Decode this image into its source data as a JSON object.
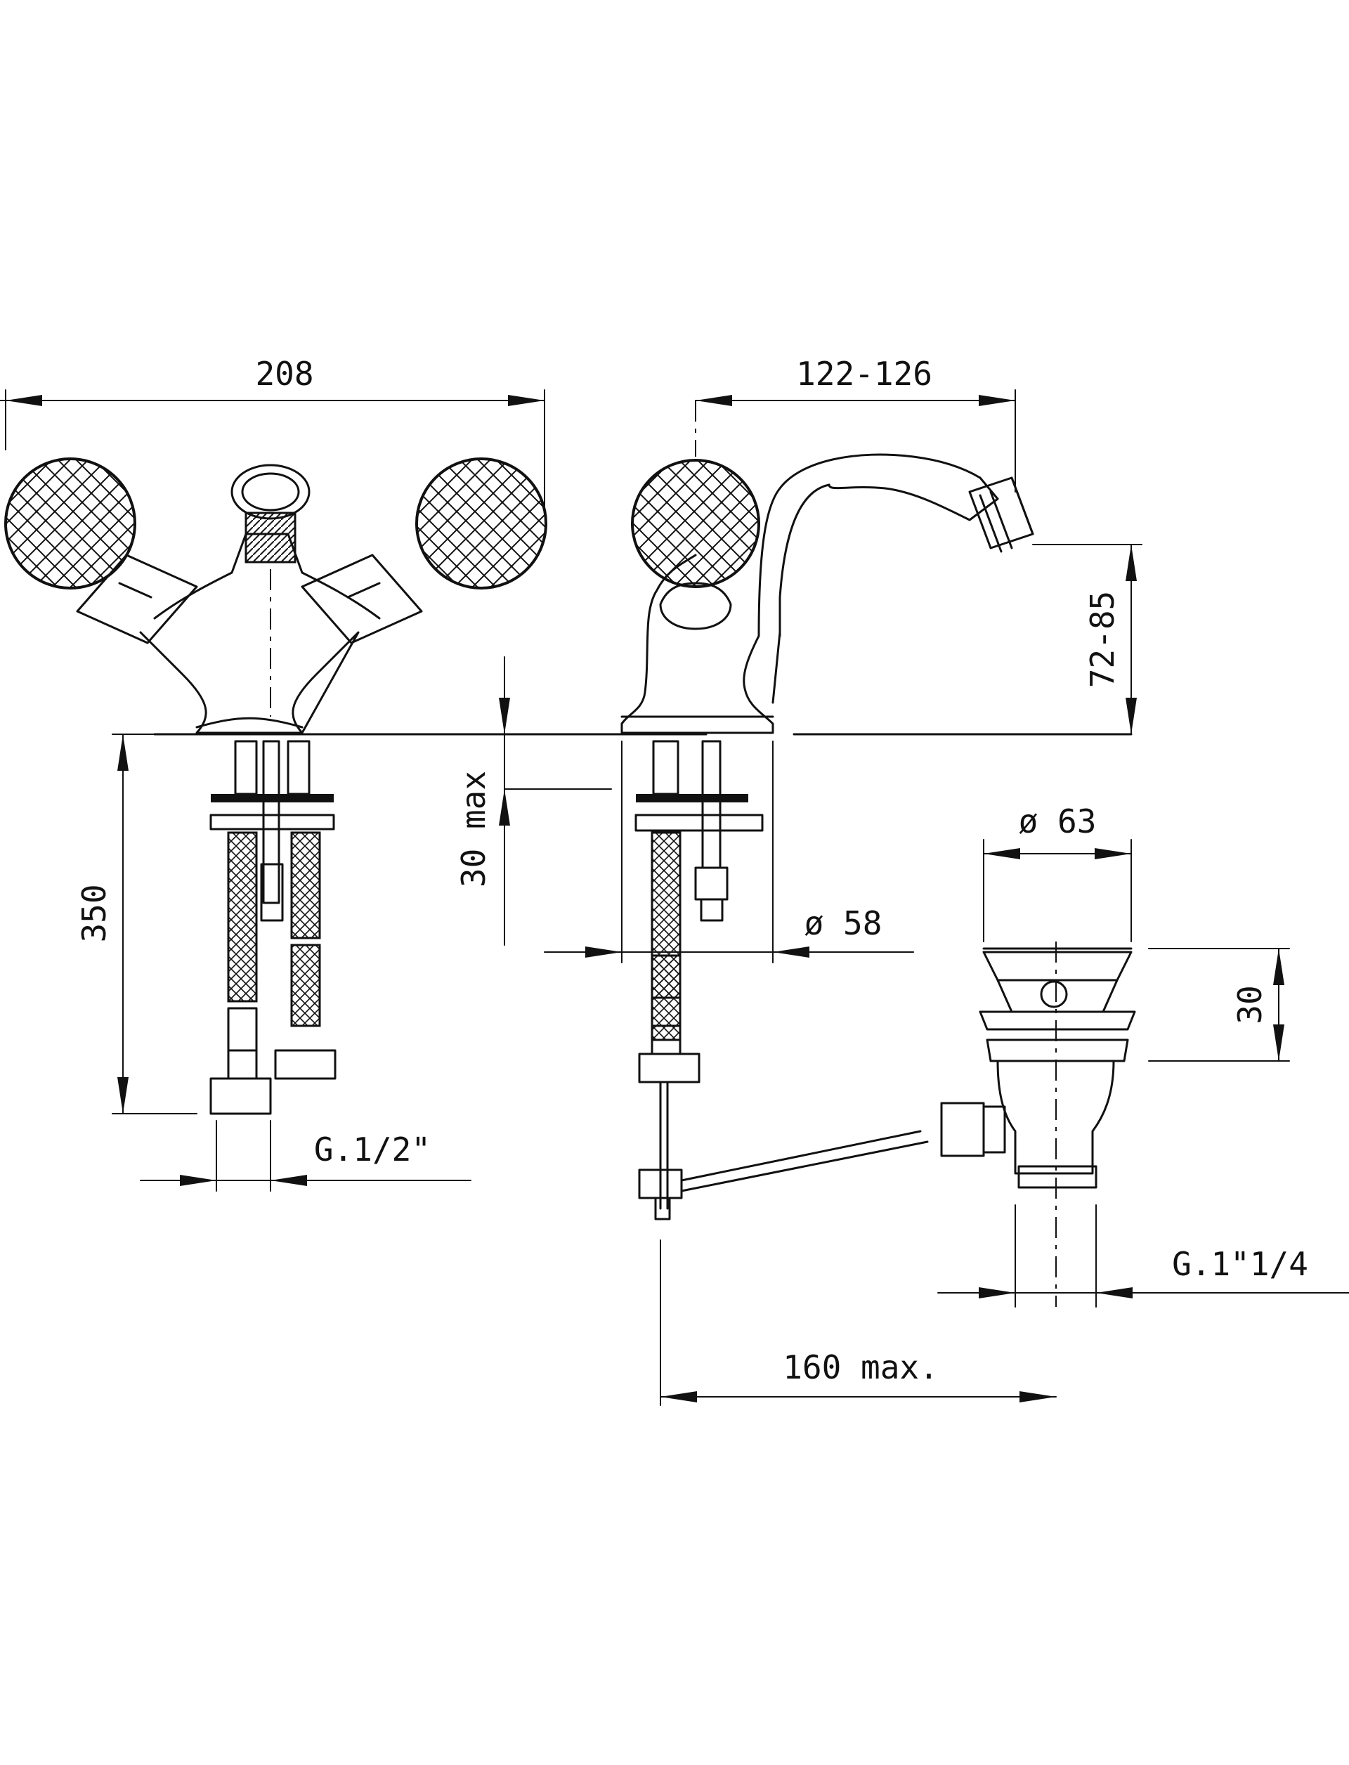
{
  "dimensions": {
    "overall_width": "208",
    "spout_reach": "122-126",
    "spout_height": "72-85",
    "hose_length": "350",
    "max_thickness": "30 max",
    "hole_diameter": "ø 58",
    "waste_diameter": "ø 63",
    "waste_height": "30",
    "inlet_thread": "G.1/2\"",
    "waste_thread": "G.1\"1/4",
    "rod_length": "160 max."
  },
  "colors": {
    "line": "#111111",
    "background": "#ffffff"
  }
}
